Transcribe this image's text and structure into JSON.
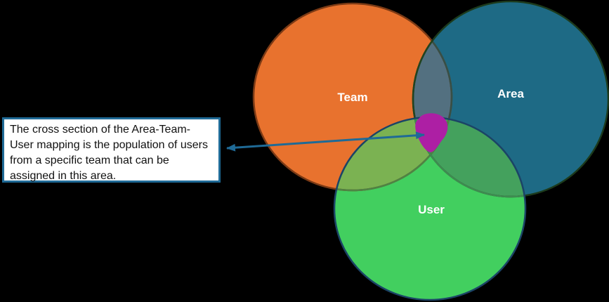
{
  "background_color": "#000000",
  "venn": {
    "circles": [
      {
        "id": "team",
        "label": "Team",
        "fill": "#E8722E",
        "border": "#7B3A15"
      },
      {
        "id": "area",
        "label": "Area",
        "fill": "#1E6A85",
        "border": "#1C3A1C"
      },
      {
        "id": "user",
        "label": "User",
        "fill": "#42CF5F",
        "border": "#1B4466"
      }
    ],
    "overlap_colors": {
      "team_area": "#537080",
      "team_user": "#7BB252",
      "area_user": "#44A15D"
    },
    "highlight": {
      "name": "area-team-user-intersection",
      "color": "#AD1FA4"
    },
    "label_color": "#FFFFFF"
  },
  "callout": {
    "text": "The cross section of the Area-Team-User mapping is the population of users from a specific team that can be assigned in this area.",
    "border_color": "#1F6A96",
    "background_color": "#FFFFFF",
    "text_color": "#111111"
  },
  "connector": {
    "name": "callout-to-intersection-arrow",
    "color": "#1F6A96",
    "double_headed": true
  }
}
